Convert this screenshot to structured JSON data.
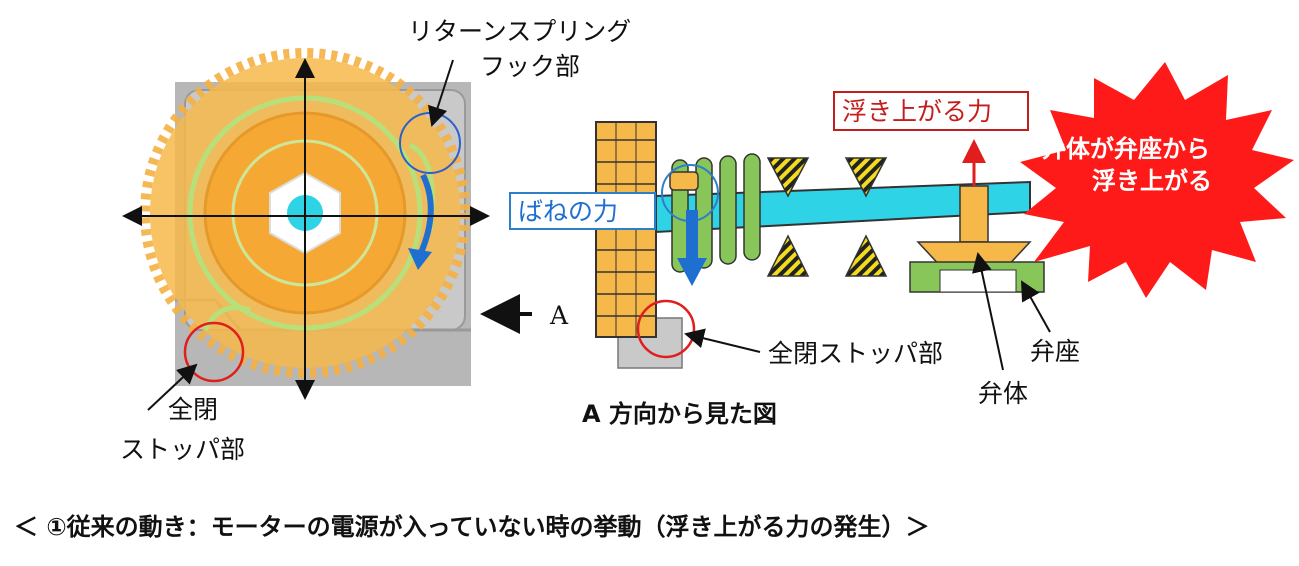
{
  "labels": {
    "return_spring_hook_line1": "リターンスプリング",
    "return_spring_hook_line2": "フック部",
    "a_marker": "A",
    "full_close_stopper_left_line1": "全閉",
    "full_close_stopper_left_line2": "ストッパ部",
    "full_close_stopper_right": "全閉ストッパ部",
    "spring_force": "ばねの力",
    "lift_force": "浮き上がる力",
    "valve_body": "弁体",
    "valve_seat": "弁座",
    "burst_line1": "弁体が弁座から",
    "burst_line2": "浮き上がる",
    "view_from_a": "A 方向から見た図",
    "caption": "＜ ①従来の動き：モーターの電源が入っていない時の挙動（浮き上がる力の発生）＞"
  },
  "colors": {
    "gear_orange": "#f7b84a",
    "spring_green": "#88c65a",
    "shaft_cyan": "#2ed3e6",
    "arrow_blue": "#1f6fd1",
    "highlight_red": "#e01e1e",
    "burst_red": "#ff1a1a",
    "photo_gray": "#b9b9b9"
  }
}
